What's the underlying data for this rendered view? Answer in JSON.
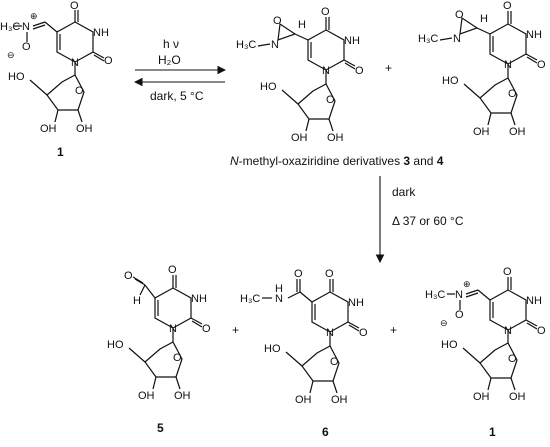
{
  "compounds": {
    "c1_top": "1",
    "c_bottom_5": "5",
    "c_bottom_6": "6",
    "c1_bottom": "1"
  },
  "conditions": {
    "forward_top": "h ν",
    "forward_bottom": "H₂O",
    "reverse": "dark, 5 °C",
    "down_label": "dark",
    "down_temp": "Δ  37 or 60 °C"
  },
  "caption": {
    "prefix_italic": "N",
    "text": "-methyl-oxaziridine derivatives ",
    "num3": "3",
    "and": " and ",
    "num4": "4"
  },
  "plus": "+",
  "atoms": {
    "O": "O",
    "NH": "NH",
    "N": "N",
    "HO": "HO",
    "OH": "OH",
    "H3C": "H₃C",
    "H": "H",
    "plus_charge": "⊕",
    "minus_charge": "⊖"
  }
}
